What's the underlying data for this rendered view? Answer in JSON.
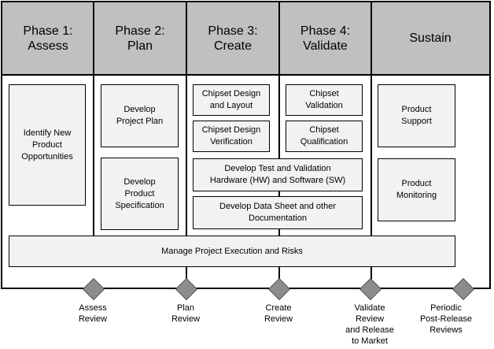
{
  "phases": [
    {
      "label": "Phase 1:\nAssess"
    },
    {
      "label": "Phase 2:\nPlan"
    },
    {
      "label": "Phase 3:\nCreate"
    },
    {
      "label": "Phase 4:\nValidate"
    },
    {
      "label": "Sustain"
    }
  ],
  "boxes": {
    "identify_opportunities": "Identify New\nProduct\nOpportunities",
    "develop_project_plan": "Develop\nProject Plan",
    "develop_product_spec": "Develop\nProduct\nSpecification",
    "chipset_design_layout": "Chipset Design\nand Layout",
    "chipset_design_verification": "Chipset Design\nVerification",
    "chipset_validation": "Chipset\nValidation",
    "chipset_qualification": "Chipset\nQualification",
    "develop_test_validation": "Develop Test and Validation\nHardware (HW) and Software (SW)",
    "develop_data_sheet": "Develop Data Sheet and other\nDocumentation",
    "product_support": "Product\nSupport",
    "product_monitoring": "Product\nMonitoring",
    "manage_project": "Manage Project Execution and Risks"
  },
  "milestones": [
    {
      "label": "Assess\nReview"
    },
    {
      "label": "Plan\nReview"
    },
    {
      "label": "Create\nReview"
    },
    {
      "label": "Validate\nReview\nand Release\nto Market"
    },
    {
      "label": "Periodic\nPost-Release\nReviews"
    }
  ]
}
